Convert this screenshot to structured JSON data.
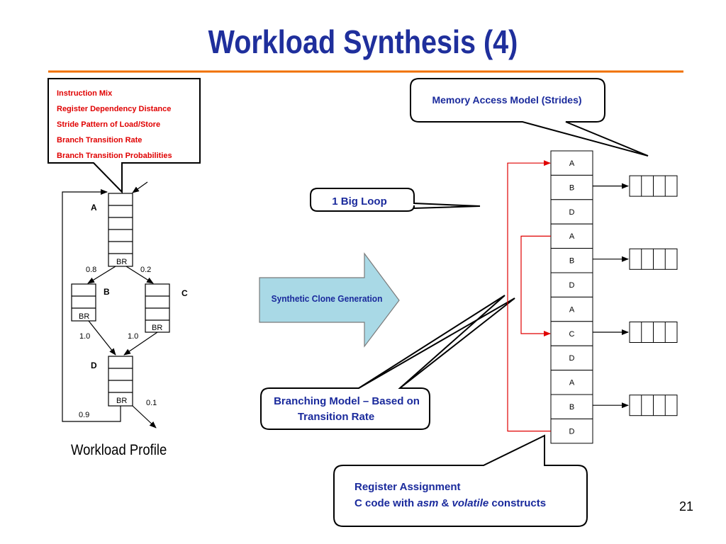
{
  "title": "Workload Synthesis (4)",
  "slide_number": "21",
  "profile_box": {
    "items": [
      "Instruction Mix",
      "Register Dependency Distance",
      "Stride Pattern of Load/Store",
      "Branch Transition Rate",
      "Branch Transition Probabilities"
    ]
  },
  "cfg": {
    "block_a": "A",
    "block_b": "B",
    "block_c": "C",
    "block_d": "D",
    "br": "BR",
    "prob_ab": "0.8",
    "prob_ac": "0.2",
    "prob_bd": "1.0",
    "prob_cd": "1.0",
    "prob_exit": "0.1",
    "prob_loop": "0.9"
  },
  "workload_profile_label": "Workload Profile",
  "arrow_label": "Synthetic Clone Generation",
  "callouts": {
    "memory": "Memory Access Model (Strides)",
    "loop": "1 Big Loop",
    "branching_line1": "Branching Model – Based on",
    "branching_line2": "Transition Rate",
    "register_line1": "Register Assignment",
    "register_line2_prefix": "C code with ",
    "register_line2_asm": "asm",
    "register_line2_amp": " & ",
    "register_line2_volatile": "volatile",
    "register_line2_suffix": " constructs"
  },
  "sequence": [
    "A",
    "B",
    "D",
    "A",
    "B",
    "D",
    "A",
    "C",
    "D",
    "A",
    "B",
    "D"
  ],
  "colors": {
    "title": "#1f2f9c",
    "rule": "#f07000",
    "profile_text": "#e00000",
    "callout_text": "#1a2a9c",
    "arrow_fill": "#a9d9e6",
    "branch_lines": "#e00000"
  }
}
